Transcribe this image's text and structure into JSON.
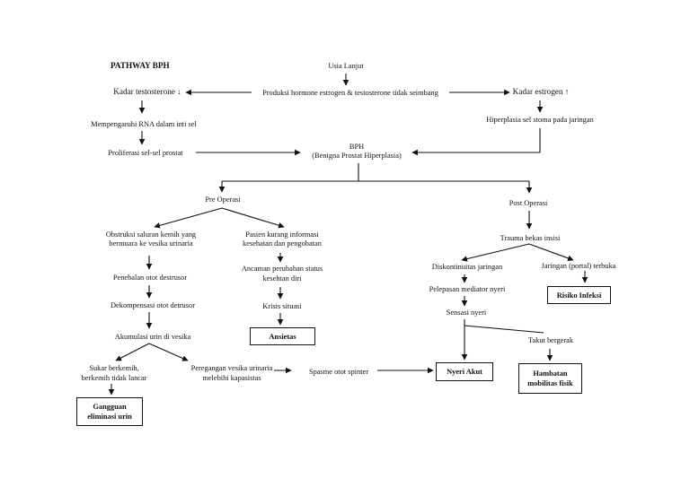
{
  "title": "PATHWAY BPH",
  "nodes": {
    "usia": "Usia Lanjut",
    "produksi": "Produksi hormone estrogen & testosterone tidak seimbang",
    "kadar_testo": "Kadar testosterone ↓",
    "kadar_estro": "Kadar estrogen ↑",
    "rna": "Mempengaruhi RNA dalam inti sel",
    "prolif": "Proliferasi sel-sel prostat",
    "hiperplasia": "Hiperplasia sel stoma pada jaringan",
    "bph1": "BPH",
    "bph2": "(Benigna Prostat Hiperplasia)",
    "pre": "Pre Operasi",
    "post": "Post Operasi",
    "obs1": "Obstruksi saluran kemih yang",
    "obs2": "bermuara ke vesika urinaria",
    "pasien1": "Pasien kurang informasi",
    "pasien2": "kesehatan dan pengobatan",
    "penebalan": "Penebalan otot destrusor",
    "ancaman1": "Ancaman perubahan status",
    "ancaman2": "kesehtan diri",
    "dekomp": "Dekompensasi otot detrusor",
    "krisis": "Krisis situasi",
    "akumulasi": "Akumulasi urin di vesika",
    "sukar1": "Sukar berkemih,",
    "sukar2": "berkemih tidak lancar",
    "perega1": "Peregangan vesika urinaria",
    "perega2": "melebihi kapasistas",
    "spasme": "Spasme otot spinter",
    "trauma": "Trauma bekas insisi",
    "diskon": "Diskontinuitas jaringan",
    "jaringan": "Jaringan (portal) terbuka",
    "pelepasan": "Pelepasan mediator nyeri",
    "sensasi": "Sensasi nyeri",
    "takut": "Takut bergerak"
  },
  "boxes": {
    "ansietas": "Ansietas",
    "risiko": "Risiko Infeksi",
    "nyeri": "Nyeri Akut",
    "hambatan": "Hambatan\nmobilitas fisik",
    "gangguan": "Gangguan\neliminasi urin"
  }
}
